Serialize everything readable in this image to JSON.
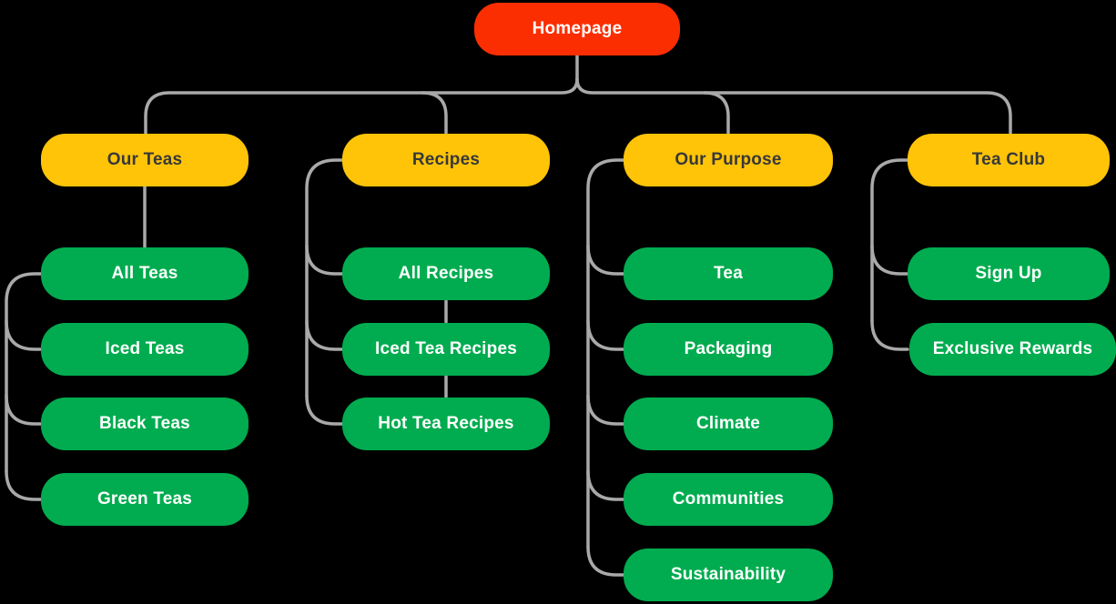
{
  "diagram": {
    "type": "sitemap-flowchart",
    "colors": {
      "background": "#000000",
      "root-fill": "#FB2E01",
      "root-text": "#FFFFFF",
      "section-fill": "#FFC408",
      "section-text": "#383838",
      "page-fill": "#00AC4F",
      "page-text": "#FFFFFF",
      "line": "#A9A9A9"
    },
    "root": {
      "label": "Homepage"
    },
    "sections": [
      {
        "label": "Our Teas",
        "children": [
          "All Teas",
          "Iced Teas",
          "Black Teas",
          "Green Teas"
        ]
      },
      {
        "label": "Recipes",
        "children": [
          "All Recipes",
          "Iced Tea Recipes",
          "Hot Tea Recipes"
        ]
      },
      {
        "label": "Our Purpose",
        "children": [
          "Tea",
          "Packaging",
          "Climate",
          "Communities",
          "Sustainability"
        ]
      },
      {
        "label": "Tea Club",
        "children": [
          "Sign Up",
          "Exclusive Rewards"
        ]
      }
    ]
  }
}
